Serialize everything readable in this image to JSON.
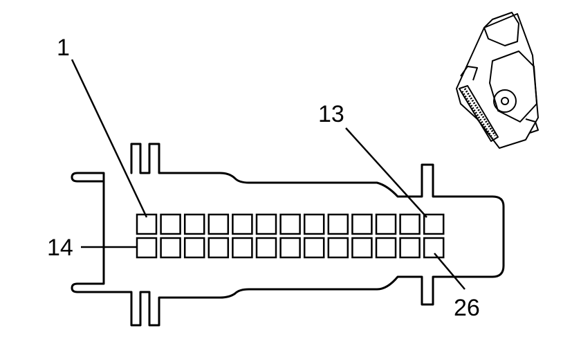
{
  "connector": {
    "rows": 2,
    "pins_per_row": 13,
    "callouts": {
      "pin_1": "1",
      "pin_13": "13",
      "pin_14": "14",
      "pin_26": "26"
    }
  }
}
